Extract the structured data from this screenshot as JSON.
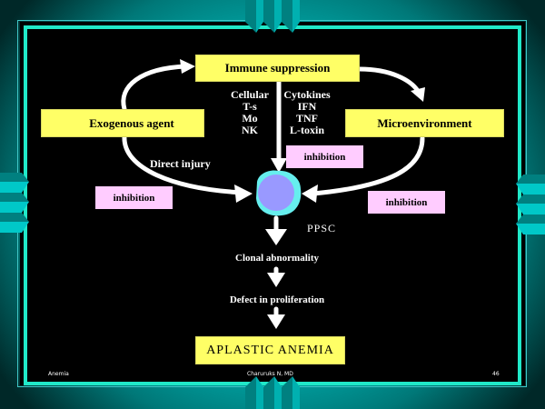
{
  "slide": {
    "nodes": {
      "immune_suppression": "Immune suppression",
      "exogenous_agent": "Exogenous agent",
      "microenvironment": "Microenvironment",
      "inhibition_top": "inhibition",
      "inhibition_left": "inhibition",
      "inhibition_right": "inhibition",
      "aplastic_anemia": "APLASTIC ANEMIA"
    },
    "cellular": {
      "heading": "Cellular",
      "items": [
        "T-s",
        "Mo",
        "NK"
      ]
    },
    "cytokines": {
      "heading": "Cytokines",
      "items": [
        "IFN",
        "TNF",
        "L-toxin"
      ]
    },
    "labels": {
      "direct_injury": "Direct injury",
      "ppsc": "PPSC",
      "clonal_abnormality": "Clonal abnormality",
      "defect_in_proliferation": "Defect in proliferation"
    },
    "colors": {
      "yellow_box": "#ffff66",
      "pink_box": "#ffccff",
      "cell_outer": "#66eeee",
      "cell_inner": "#9999ff",
      "frame": "#20e8c8"
    }
  },
  "footer": {
    "left": "Anemia",
    "center": "Charuruks N, MD",
    "page_number": "46"
  }
}
